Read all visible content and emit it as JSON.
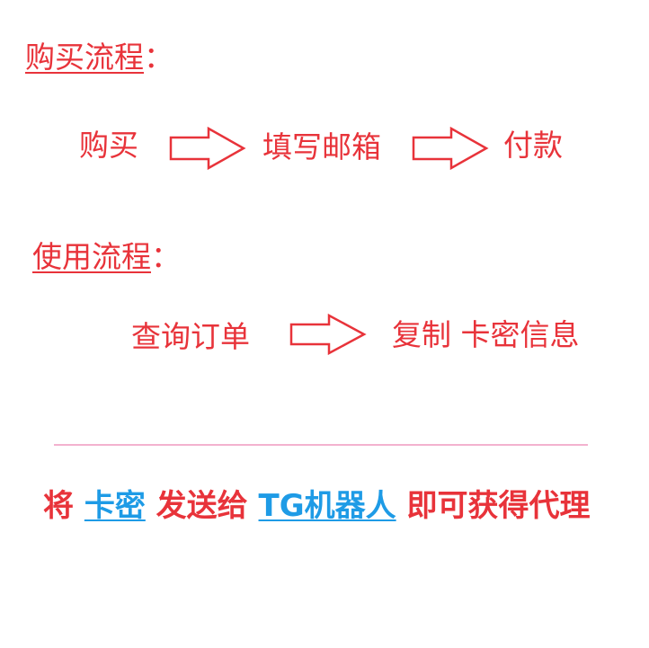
{
  "purchase": {
    "heading": "购买流程",
    "colon": "：",
    "steps": [
      "购买",
      "填写邮箱",
      "付款"
    ]
  },
  "usage": {
    "heading": "使用流程",
    "colon": "：",
    "steps": [
      "查询订单",
      "复制 卡密信息"
    ]
  },
  "banner": {
    "part1": "将 ",
    "link1": "卡密",
    "part2": " 发送给 ",
    "link2": "TG机器人",
    "part3": " 即可获得代理"
  },
  "colors": {
    "text_red": "#e8333a",
    "link_blue": "#1e9be6",
    "divider_pink": "#f3b2cf"
  },
  "icons": [
    "right-arrow-icon"
  ]
}
